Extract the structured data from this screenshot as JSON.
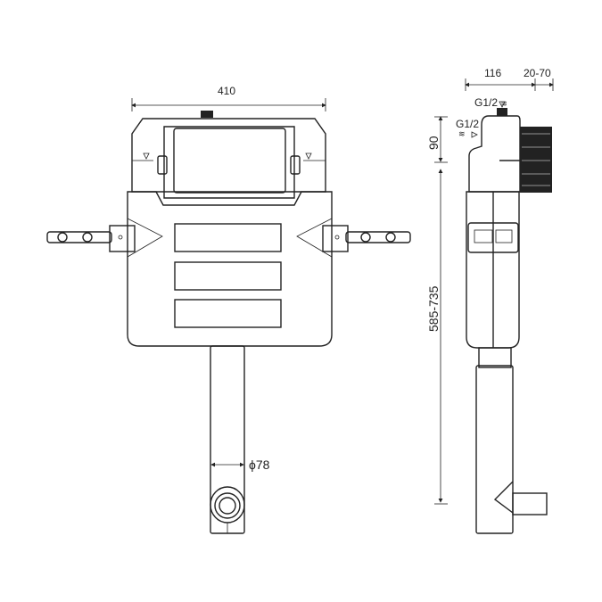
{
  "dimensions": {
    "front_width": "410",
    "pipe_diameter": "ϕ78",
    "side_depth": "116",
    "side_adjust": "20-70",
    "top_inlet": "G1/2",
    "side_inlet": "G1/2",
    "top_offset": "90",
    "height_range": "585-735"
  },
  "colors": {
    "line": "#222222",
    "background": "#ffffff"
  }
}
